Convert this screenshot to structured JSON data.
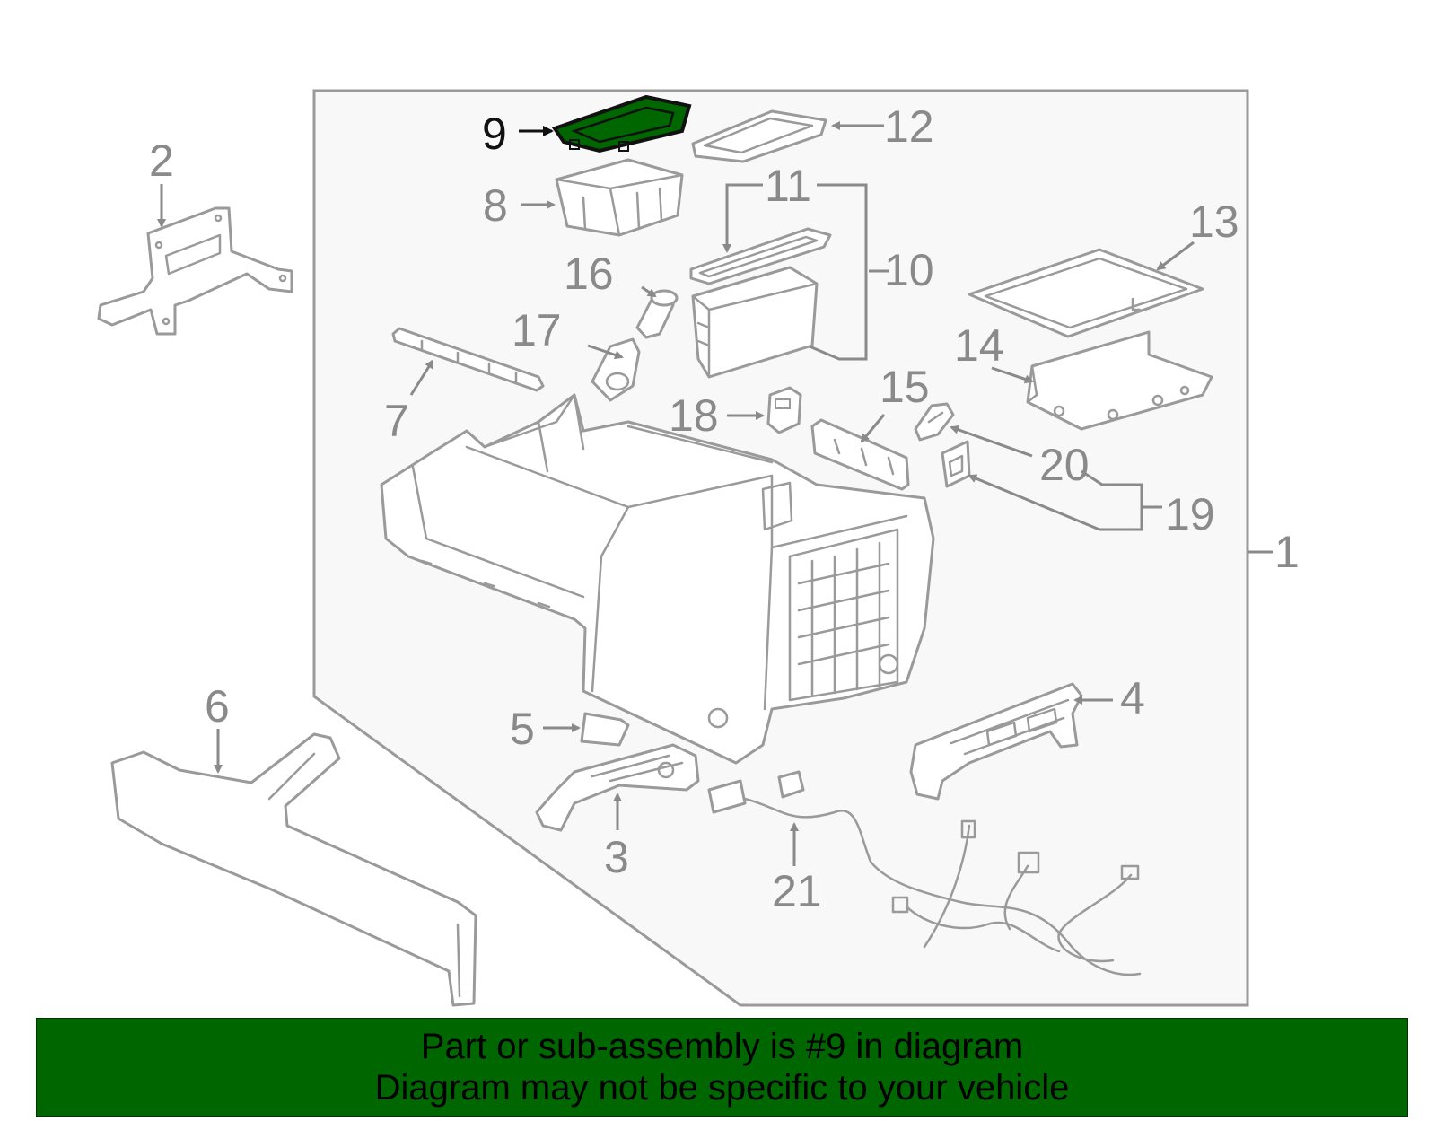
{
  "diagram": {
    "highlighted_part": "9",
    "highlight_color": "#006600",
    "line_color": "#9a9a9a",
    "callouts": [
      "1",
      "2",
      "3",
      "4",
      "5",
      "6",
      "7",
      "8",
      "9",
      "10",
      "11",
      "12",
      "13",
      "14",
      "15",
      "16",
      "17",
      "18",
      "19",
      "20",
      "21"
    ]
  },
  "banner": {
    "line1": "Part or sub-assembly is #9 in diagram",
    "line2": "Diagram may not be specific to your vehicle",
    "background": "#006600"
  }
}
